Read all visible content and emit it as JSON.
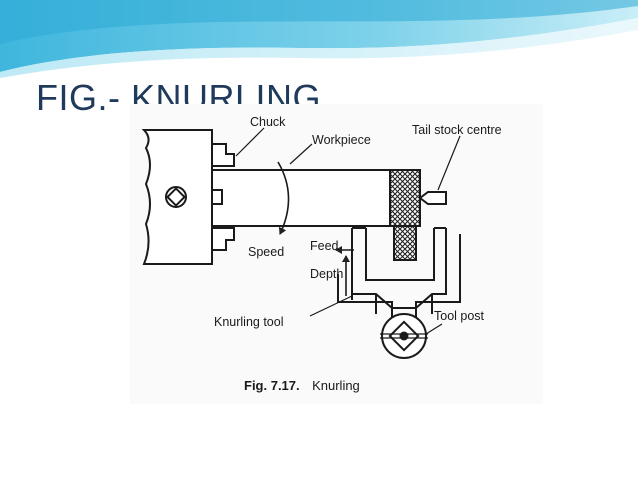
{
  "slide": {
    "title": "FIG.- KNURLING",
    "banner_colors": [
      "#5bc4e4",
      "#9bdcef",
      "#d4f0f8"
    ]
  },
  "diagram": {
    "labels": {
      "chuck": "Chuck",
      "workpiece": "Workpiece",
      "tailstock": "Tail stock centre",
      "speed": "Speed",
      "feed": "Feed",
      "depth": "Depth",
      "knurling_tool": "Knurling tool",
      "tool_post": "Tool post"
    },
    "caption": {
      "number": "Fig. 7.17.",
      "text": "Knurling"
    }
  }
}
